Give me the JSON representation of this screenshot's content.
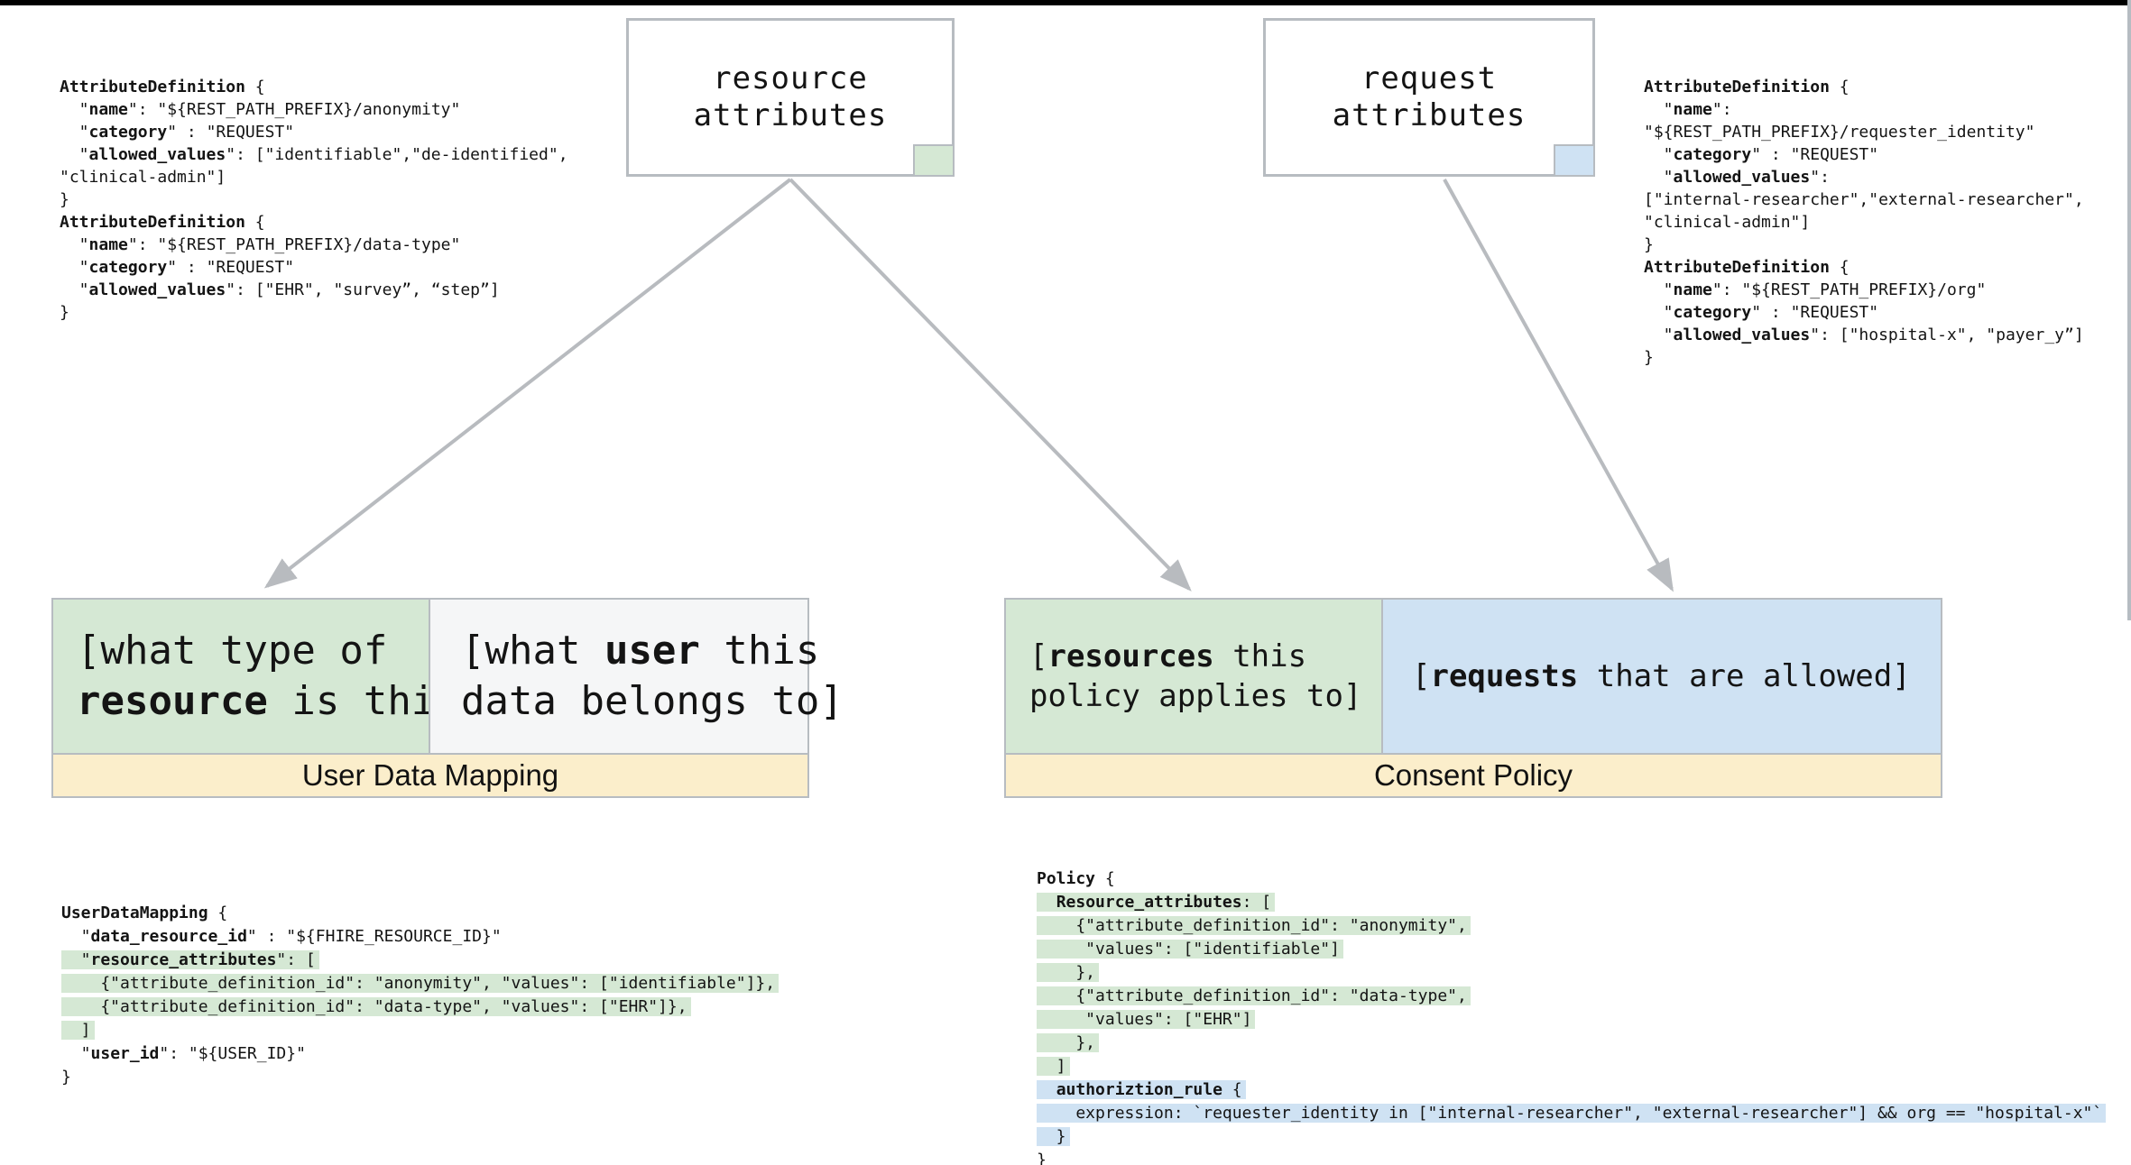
{
  "colors": {
    "green": "#d5e8d4",
    "blue": "#cfe2f3",
    "banner_yellow": "#fbeecb",
    "light_gray_cell": "#f5f6f7",
    "border_gray": "#b7bcc1",
    "arrow_gray": "#b8bbbf",
    "top_bar_black": "#000000"
  },
  "nodes": {
    "resource_attributes": {
      "label": "resource\nattributes"
    },
    "request_attributes": {
      "label": "request\nattributes"
    }
  },
  "udm": {
    "banner": "User Data Mapping",
    "type_cell": {
      "prefix": "[what type of\n",
      "bold": "resource",
      "suffix": " is this]"
    },
    "user_cell": {
      "prefix": "[what ",
      "bold": "user",
      "suffix": " this\ndata belongs to]"
    }
  },
  "consent": {
    "banner": "Consent Policy",
    "resources_cell": {
      "prefix": "[",
      "bold": "resources",
      "suffix": " this\npolicy applies to]"
    },
    "requests_cell": {
      "prefix": "[",
      "bold": "requests",
      "suffix": " that are allowed]"
    }
  },
  "code_blocks": {
    "top_left_code": {
      "lines": [
        {
          "seg": [
            {
              "t": "AttributeDefinition",
              "b": true
            },
            {
              "t": " {"
            }
          ]
        },
        {
          "seg": [
            {
              "t": "  \""
            },
            {
              "t": "name",
              "b": true
            },
            {
              "t": "\": \"${REST_PATH_PREFIX}/anonymity\""
            }
          ]
        },
        {
          "seg": [
            {
              "t": "  \""
            },
            {
              "t": "category",
              "b": true
            },
            {
              "t": "\" : \"REQUEST\""
            }
          ]
        },
        {
          "seg": [
            {
              "t": "  \""
            },
            {
              "t": "allowed_values",
              "b": true
            },
            {
              "t": "\": [\"identifiable\",\"de-identified\","
            }
          ]
        },
        {
          "seg": [
            {
              "t": "\"clinical-admin\"]"
            }
          ]
        },
        {
          "seg": [
            {
              "t": "}"
            }
          ]
        },
        {
          "seg": [
            {
              "t": "AttributeDefinition",
              "b": true
            },
            {
              "t": " {"
            }
          ]
        },
        {
          "seg": [
            {
              "t": "  \""
            },
            {
              "t": "name",
              "b": true
            },
            {
              "t": "\": \"${REST_PATH_PREFIX}/data-type\""
            }
          ]
        },
        {
          "seg": [
            {
              "t": "  \""
            },
            {
              "t": "category",
              "b": true
            },
            {
              "t": "\" : \"REQUEST\""
            }
          ]
        },
        {
          "seg": [
            {
              "t": "  \""
            },
            {
              "t": "allowed_values",
              "b": true
            },
            {
              "t": "\": [\"EHR\", \"survey”, “step”]"
            }
          ]
        },
        {
          "seg": [
            {
              "t": "}"
            }
          ]
        }
      ]
    },
    "top_right_code": {
      "lines": [
        {
          "seg": [
            {
              "t": "AttributeDefinition",
              "b": true
            },
            {
              "t": " {"
            }
          ]
        },
        {
          "seg": [
            {
              "t": "  \""
            },
            {
              "t": "name",
              "b": true
            },
            {
              "t": "\":"
            }
          ]
        },
        {
          "seg": [
            {
              "t": "\"${REST_PATH_PREFIX}/requester_identity\""
            }
          ]
        },
        {
          "seg": [
            {
              "t": "  \""
            },
            {
              "t": "category",
              "b": true
            },
            {
              "t": "\" : \"REQUEST\""
            }
          ]
        },
        {
          "seg": [
            {
              "t": "  \""
            },
            {
              "t": "allowed_values",
              "b": true
            },
            {
              "t": "\":"
            }
          ]
        },
        {
          "seg": [
            {
              "t": "[\"internal-researcher\",\"external-researcher\","
            }
          ]
        },
        {
          "seg": [
            {
              "t": "\"clinical-admin\"]"
            }
          ]
        },
        {
          "seg": [
            {
              "t": "}"
            }
          ]
        },
        {
          "seg": [
            {
              "t": "AttributeDefinition",
              "b": true
            },
            {
              "t": " {"
            }
          ]
        },
        {
          "seg": [
            {
              "t": "  \""
            },
            {
              "t": "name",
              "b": true
            },
            {
              "t": "\": \"${REST_PATH_PREFIX}/org\""
            }
          ]
        },
        {
          "seg": [
            {
              "t": "  \""
            },
            {
              "t": "category",
              "b": true
            },
            {
              "t": "\" : \"REQUEST\""
            }
          ]
        },
        {
          "seg": [
            {
              "t": "  \""
            },
            {
              "t": "allowed_values",
              "b": true
            },
            {
              "t": "\": [\"hospital-x\", \"payer_y”]"
            }
          ]
        },
        {
          "seg": [
            {
              "t": "}"
            }
          ]
        }
      ]
    },
    "bottom_left_code": {
      "lines": [
        {
          "seg": [
            {
              "t": "UserDataMapping",
              "b": true
            },
            {
              "t": " {"
            }
          ]
        },
        {
          "seg": [
            {
              "t": "  \""
            },
            {
              "t": "data_resource_id",
              "b": true
            },
            {
              "t": "\" : \"${FHIRE_RESOURCE_ID}\""
            }
          ]
        },
        {
          "hl": "green",
          "seg": [
            {
              "t": "  \""
            },
            {
              "t": "resource_attributes",
              "b": true
            },
            {
              "t": "\": ["
            }
          ]
        },
        {
          "hl": "green",
          "seg": [
            {
              "t": "    {\"attribute_definition_id\": \"anonymity\", \"values\": [\"identifiable\"]},"
            }
          ]
        },
        {
          "hl": "green",
          "seg": [
            {
              "t": "    {\"attribute_definition_id\": \"data-type\", \"values\": [\"EHR\"]},"
            }
          ]
        },
        {
          "hl": "green",
          "seg": [
            {
              "t": "  ]"
            }
          ]
        },
        {
          "seg": [
            {
              "t": "  \""
            },
            {
              "t": "user_id",
              "b": true
            },
            {
              "t": "\": \"${USER_ID}\""
            }
          ]
        },
        {
          "seg": [
            {
              "t": "}"
            }
          ]
        }
      ]
    },
    "bottom_right_code": {
      "lines": [
        {
          "seg": [
            {
              "t": "Policy",
              "b": true
            },
            {
              "t": " {"
            }
          ]
        },
        {
          "hl": "green",
          "seg": [
            {
              "t": "  "
            },
            {
              "t": "Resource_attributes",
              "b": true
            },
            {
              "t": ": ["
            }
          ]
        },
        {
          "hl": "green",
          "seg": [
            {
              "t": "    {\"attribute_definition_id\": \"anonymity\","
            }
          ]
        },
        {
          "hl": "green",
          "seg": [
            {
              "t": "     \"values\": [\"identifiable\"]"
            }
          ]
        },
        {
          "hl": "green",
          "seg": [
            {
              "t": "    },"
            }
          ]
        },
        {
          "hl": "green",
          "seg": [
            {
              "t": "    {\"attribute_definition_id\": \"data-type\","
            }
          ]
        },
        {
          "hl": "green",
          "seg": [
            {
              "t": "     \"values\": [\"EHR\"]"
            }
          ]
        },
        {
          "hl": "green",
          "seg": [
            {
              "t": "    },"
            }
          ]
        },
        {
          "hl": "green",
          "seg": [
            {
              "t": "  ]"
            }
          ]
        },
        {
          "hl": "blue",
          "seg": [
            {
              "t": "  "
            },
            {
              "t": "authoriztion_rule",
              "b": true
            },
            {
              "t": " {"
            }
          ]
        },
        {
          "hl": "blue",
          "seg": [
            {
              "t": "    expression: `requester_identity in [\"internal-researcher\", \"external-researcher\"] && org == \"hospital-x\"`"
            }
          ]
        },
        {
          "hl": "blue",
          "seg": [
            {
              "t": "  }"
            }
          ]
        },
        {
          "seg": [
            {
              "t": "}"
            }
          ]
        }
      ]
    }
  }
}
